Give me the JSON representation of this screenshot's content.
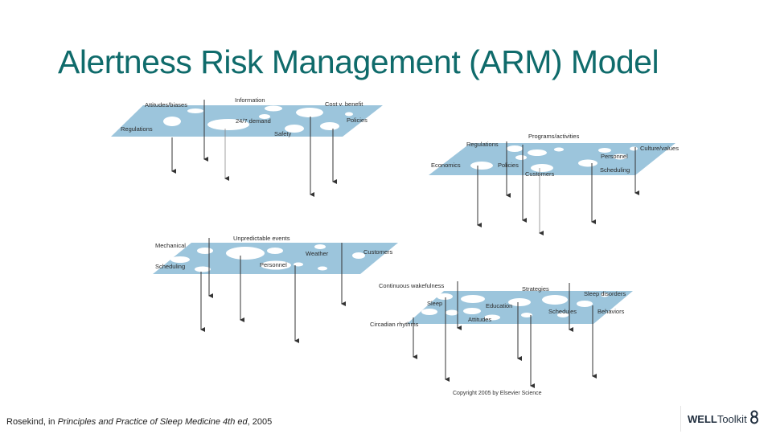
{
  "title": "Alertness Risk Management (ARM) Model",
  "colors": {
    "title": "#0f6b6b",
    "plane": "#9cc5dc",
    "hole": "#ffffff",
    "arrow": "#333333"
  },
  "planes": [
    {
      "labels": [
        "Attitudes/biases",
        "Information",
        "Cost v. benefit",
        "24/7 demand",
        "Policies",
        "Regulations",
        "Safety"
      ]
    },
    {
      "labels": [
        "Programs/activities",
        "Regulations",
        "Personnel",
        "Culture/values",
        "Economics",
        "Policies",
        "Customers",
        "Scheduling"
      ]
    },
    {
      "labels": [
        "Mechanical",
        "Unpredictable events",
        "Customers",
        "Weather",
        "Scheduling",
        "Personnel"
      ]
    },
    {
      "labels": [
        "Continuous wakefulness",
        "Strategies",
        "Sleep disorders",
        "Sleep",
        "Education",
        "Schedules",
        "Behaviors",
        "Circadian rhythms",
        "Attitudes"
      ]
    }
  ],
  "copyright": "Copyright 2005 by Elsevier Science",
  "caption": {
    "author": "Rosekind, in ",
    "work": "Principles and Practice of Sleep Medicine 4th ed",
    "year": ",  2005"
  },
  "logo": {
    "bold": "WELL",
    "rest": "Toolkit"
  }
}
